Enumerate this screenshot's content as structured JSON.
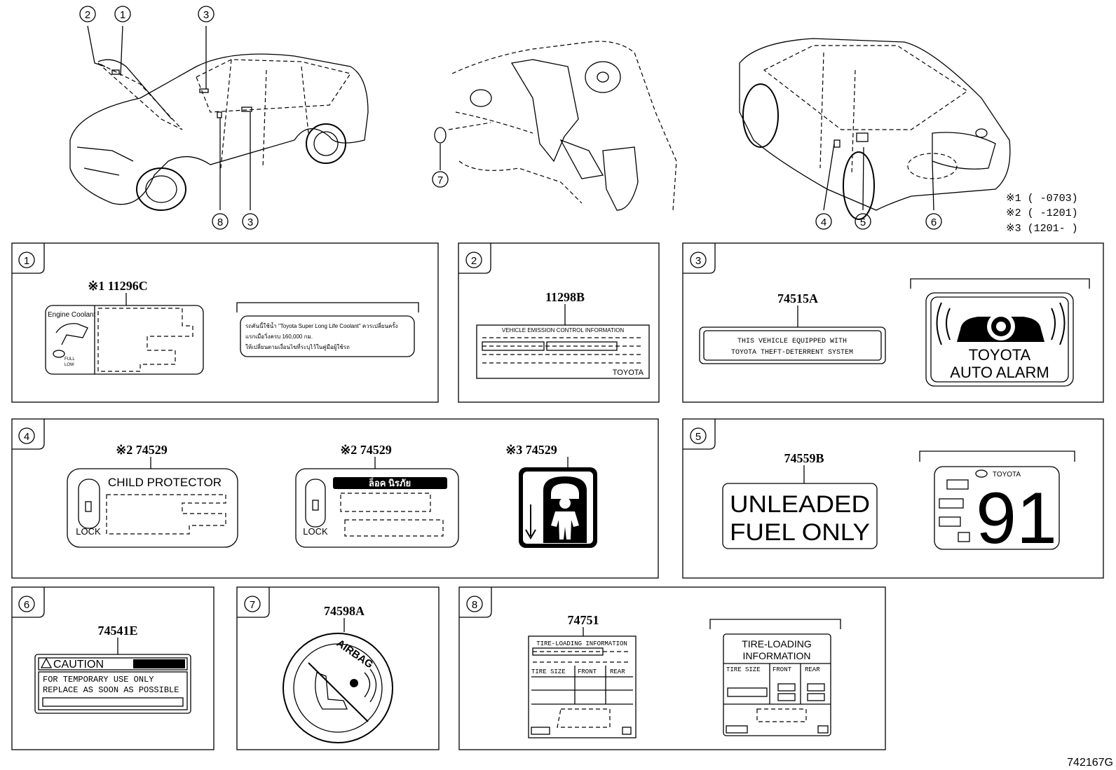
{
  "diagram_id": "742167G",
  "notes": [
    "※1 (      -0703)",
    "※2 (      -1201)",
    "※3 (1201-      )"
  ],
  "callouts": [
    "1",
    "2",
    "3",
    "4",
    "5",
    "6",
    "7",
    "8"
  ],
  "panels": {
    "p1": {
      "num": "1",
      "part": "※1 11296C",
      "label_title": "Engine Coolant",
      "full": "FULL",
      "low": "LOW",
      "alt_line1": "รถคันนี้ใช้น้ำ \"Toyota Super Long Life Coolant\" ควรเปลี่ยนครั้ง",
      "alt_line2": "แรกเมื่อวิ่งครบ 160,000 กม.",
      "alt_line3": "ให้เปลี่ยนตามเงื่อนไขที่ระบุไว้ในคู่มือผู้ใช้รถ"
    },
    "p2": {
      "num": "2",
      "part": "11298B",
      "header": "VEHICLE EMISSION CONTROL INFORMATION",
      "brand": "TOYOTA"
    },
    "p3": {
      "num": "3",
      "part": "74515A",
      "line1": "THIS VEHICLE EQUIPPED WITH",
      "line2": "TOYOTA THEFT-DETERRENT SYSTEM",
      "alarm1": "TOYOTA",
      "alarm2": "AUTO ALARM"
    },
    "p4": {
      "num": "4",
      "part_a": "※2 74529",
      "part_b": "※2 74529",
      "part_c": "※3 74529",
      "child": "CHILD PROTECTOR",
      "lock": "LOCK",
      "thai": "ล็อค นิรภัย"
    },
    "p5": {
      "num": "5",
      "part": "74559B",
      "fuel1": "UNLEADED",
      "fuel2": "FUEL ONLY",
      "brand": "TOYOTA",
      "octane": "91"
    },
    "p6": {
      "num": "6",
      "part": "74541E",
      "caution": "CAUTION",
      "line1": "FOR TEMPORARY USE ONLY",
      "line2": "REPLACE AS SOON AS POSSIBLE"
    },
    "p7": {
      "num": "7",
      "part": "74598A",
      "airbag": "AIRBAG"
    },
    "p8": {
      "num": "8",
      "part": "74751",
      "tl_a": "TIRE-LOADING INFORMATION",
      "tire_size": "TIRE SIZE",
      "front": "FRONT",
      "rear": "REAR",
      "tl_b1": "TIRE-LOADING",
      "tl_b2": "INFORMATION"
    }
  }
}
